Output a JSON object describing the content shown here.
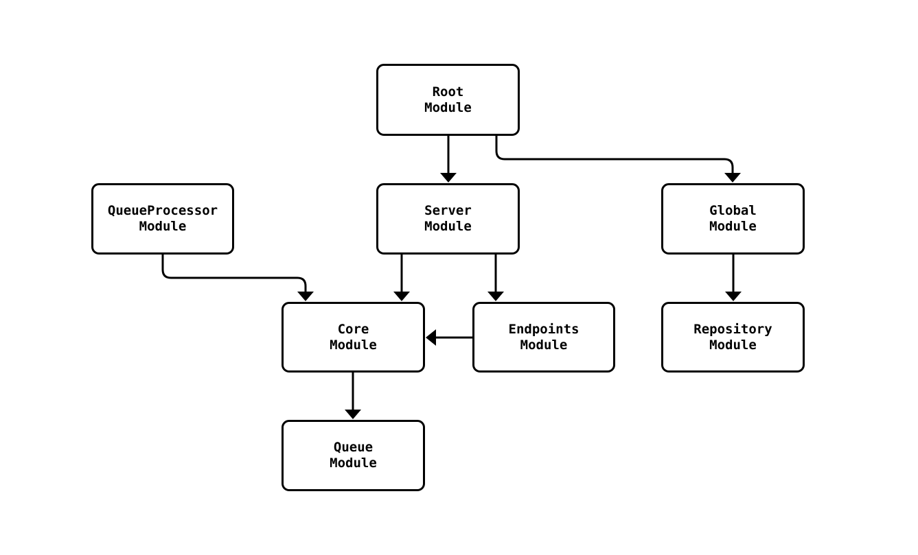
{
  "page": {
    "background_color": "#ffffff",
    "line_color": "#000000",
    "node_fill_color": "#ffffff",
    "text_color": "#000000"
  },
  "diagram": {
    "type": "module-dependency-flowchart",
    "nodes": [
      {
        "id": "root",
        "line1": "Root",
        "line2": "Module"
      },
      {
        "id": "queue_processor",
        "line1": "QueueProcessor",
        "line2": "Module"
      },
      {
        "id": "server",
        "line1": "Server",
        "line2": "Module"
      },
      {
        "id": "global",
        "line1": "Global",
        "line2": "Module"
      },
      {
        "id": "core",
        "line1": "Core",
        "line2": "Module"
      },
      {
        "id": "endpoints",
        "line1": "Endpoints",
        "line2": "Module"
      },
      {
        "id": "repository",
        "line1": "Repository",
        "line2": "Module"
      },
      {
        "id": "queue",
        "line1": "Queue",
        "line2": "Module"
      }
    ],
    "edges": [
      {
        "from": "Root Module",
        "to": "Server Module"
      },
      {
        "from": "Root Module",
        "to": "Global Module"
      },
      {
        "from": "QueueProcessor Module",
        "to": "Core Module"
      },
      {
        "from": "Server Module",
        "to": "Core Module"
      },
      {
        "from": "Server Module",
        "to": "Endpoints Module"
      },
      {
        "from": "Global Module",
        "to": "Repository Module"
      },
      {
        "from": "Endpoints Module",
        "to": "Core Module"
      },
      {
        "from": "Core Module",
        "to": "Queue Module"
      }
    ],
    "arrow_style": "filled-triangle"
  }
}
